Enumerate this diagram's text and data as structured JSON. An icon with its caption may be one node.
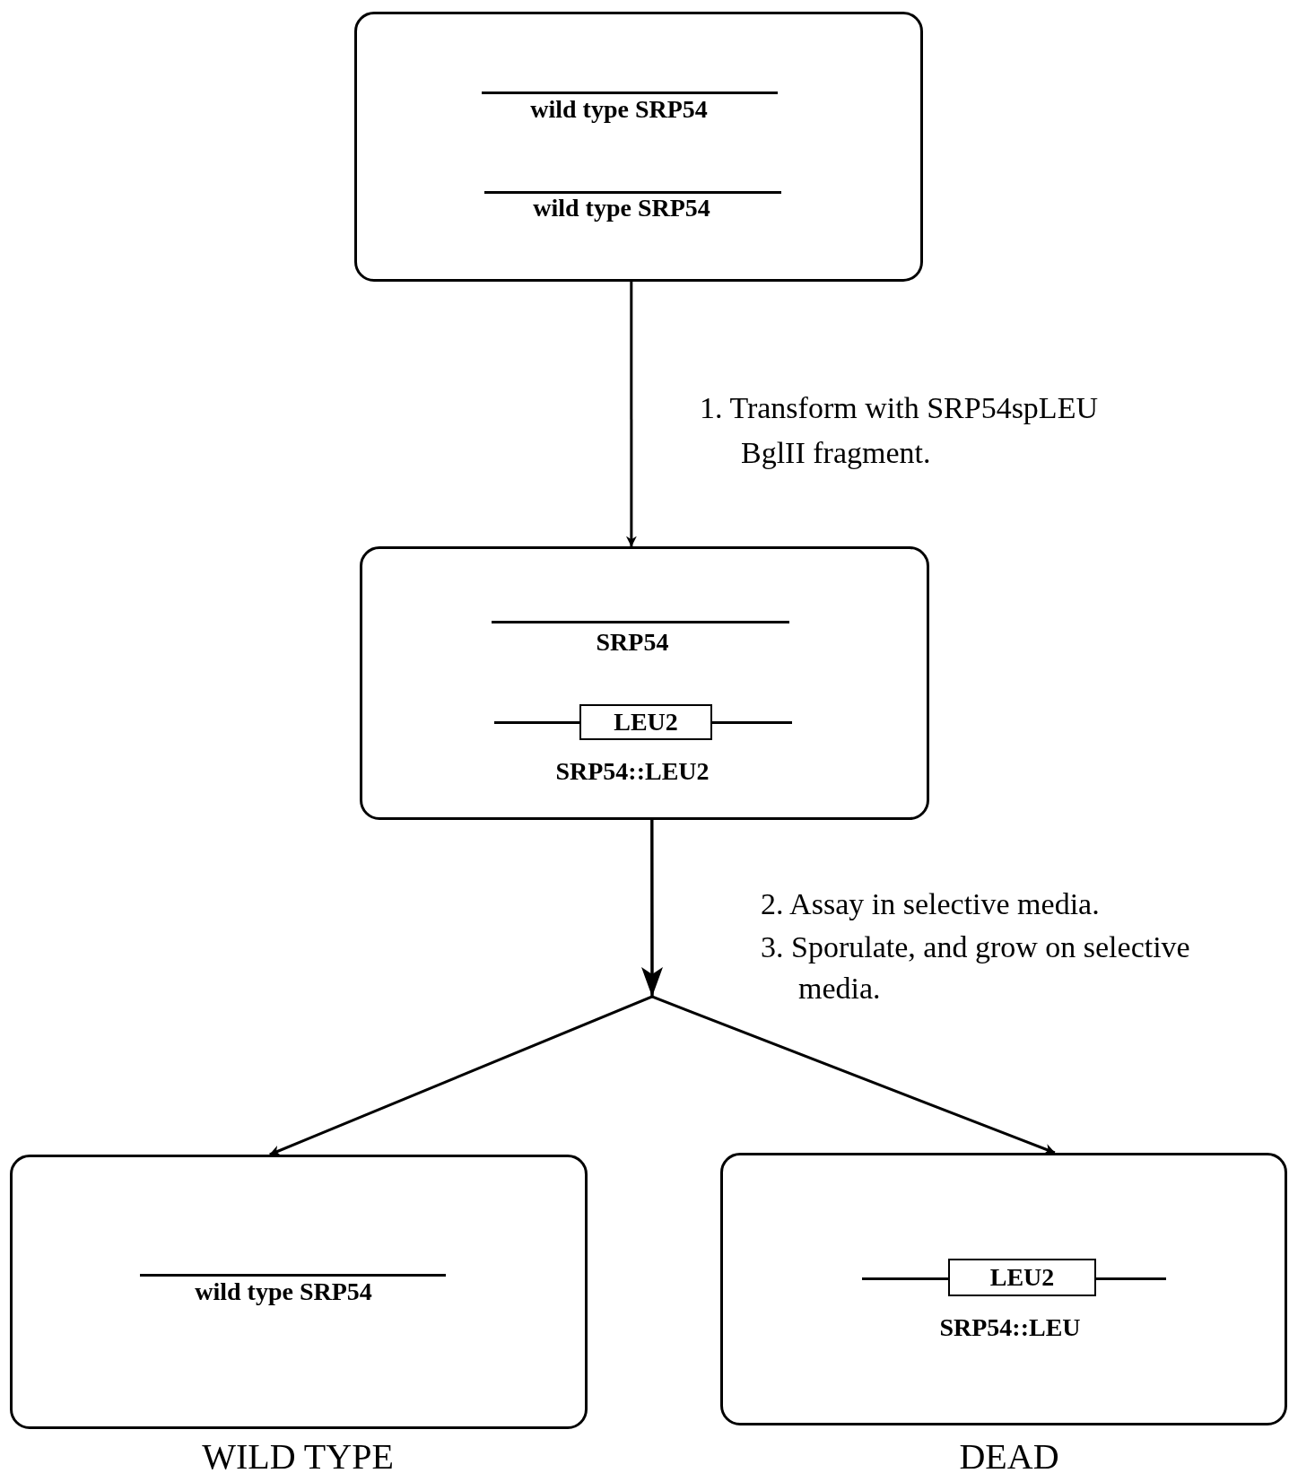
{
  "diagram": {
    "nodes": [
      {
        "text": [
          "wild type SRP54",
          "wild type SRP54"
        ]
      },
      {
        "text": [
          "SRP54",
          "SRP54::LEU2"
        ]
      },
      {
        "text": [
          "LEU2"
        ],
        "in": 1
      },
      {
        "text": [
          "wild type SRP54"
        ],
        "beside": [
          "WILD TYPE"
        ]
      },
      {
        "text": [
          "SRP54::LEU"
        ],
        "beside": [
          "DEAD"
        ]
      },
      {
        "text": [
          "LEU2"
        ],
        "in": 4
      }
    ],
    "edges": [
      {
        "from": 0,
        "to": 1,
        "arrow": "to",
        "label": "1. Transform with SRP54spLEU BglII fragment."
      },
      {
        "from": 1,
        "to": 3,
        "arrow": "to"
      },
      {
        "from": 1,
        "to": 4,
        "arrow": "to"
      }
    ],
    "labels": [
      "2. Assay in selective media.",
      "3. Sporulate, and grow on selective media."
    ]
  }
}
